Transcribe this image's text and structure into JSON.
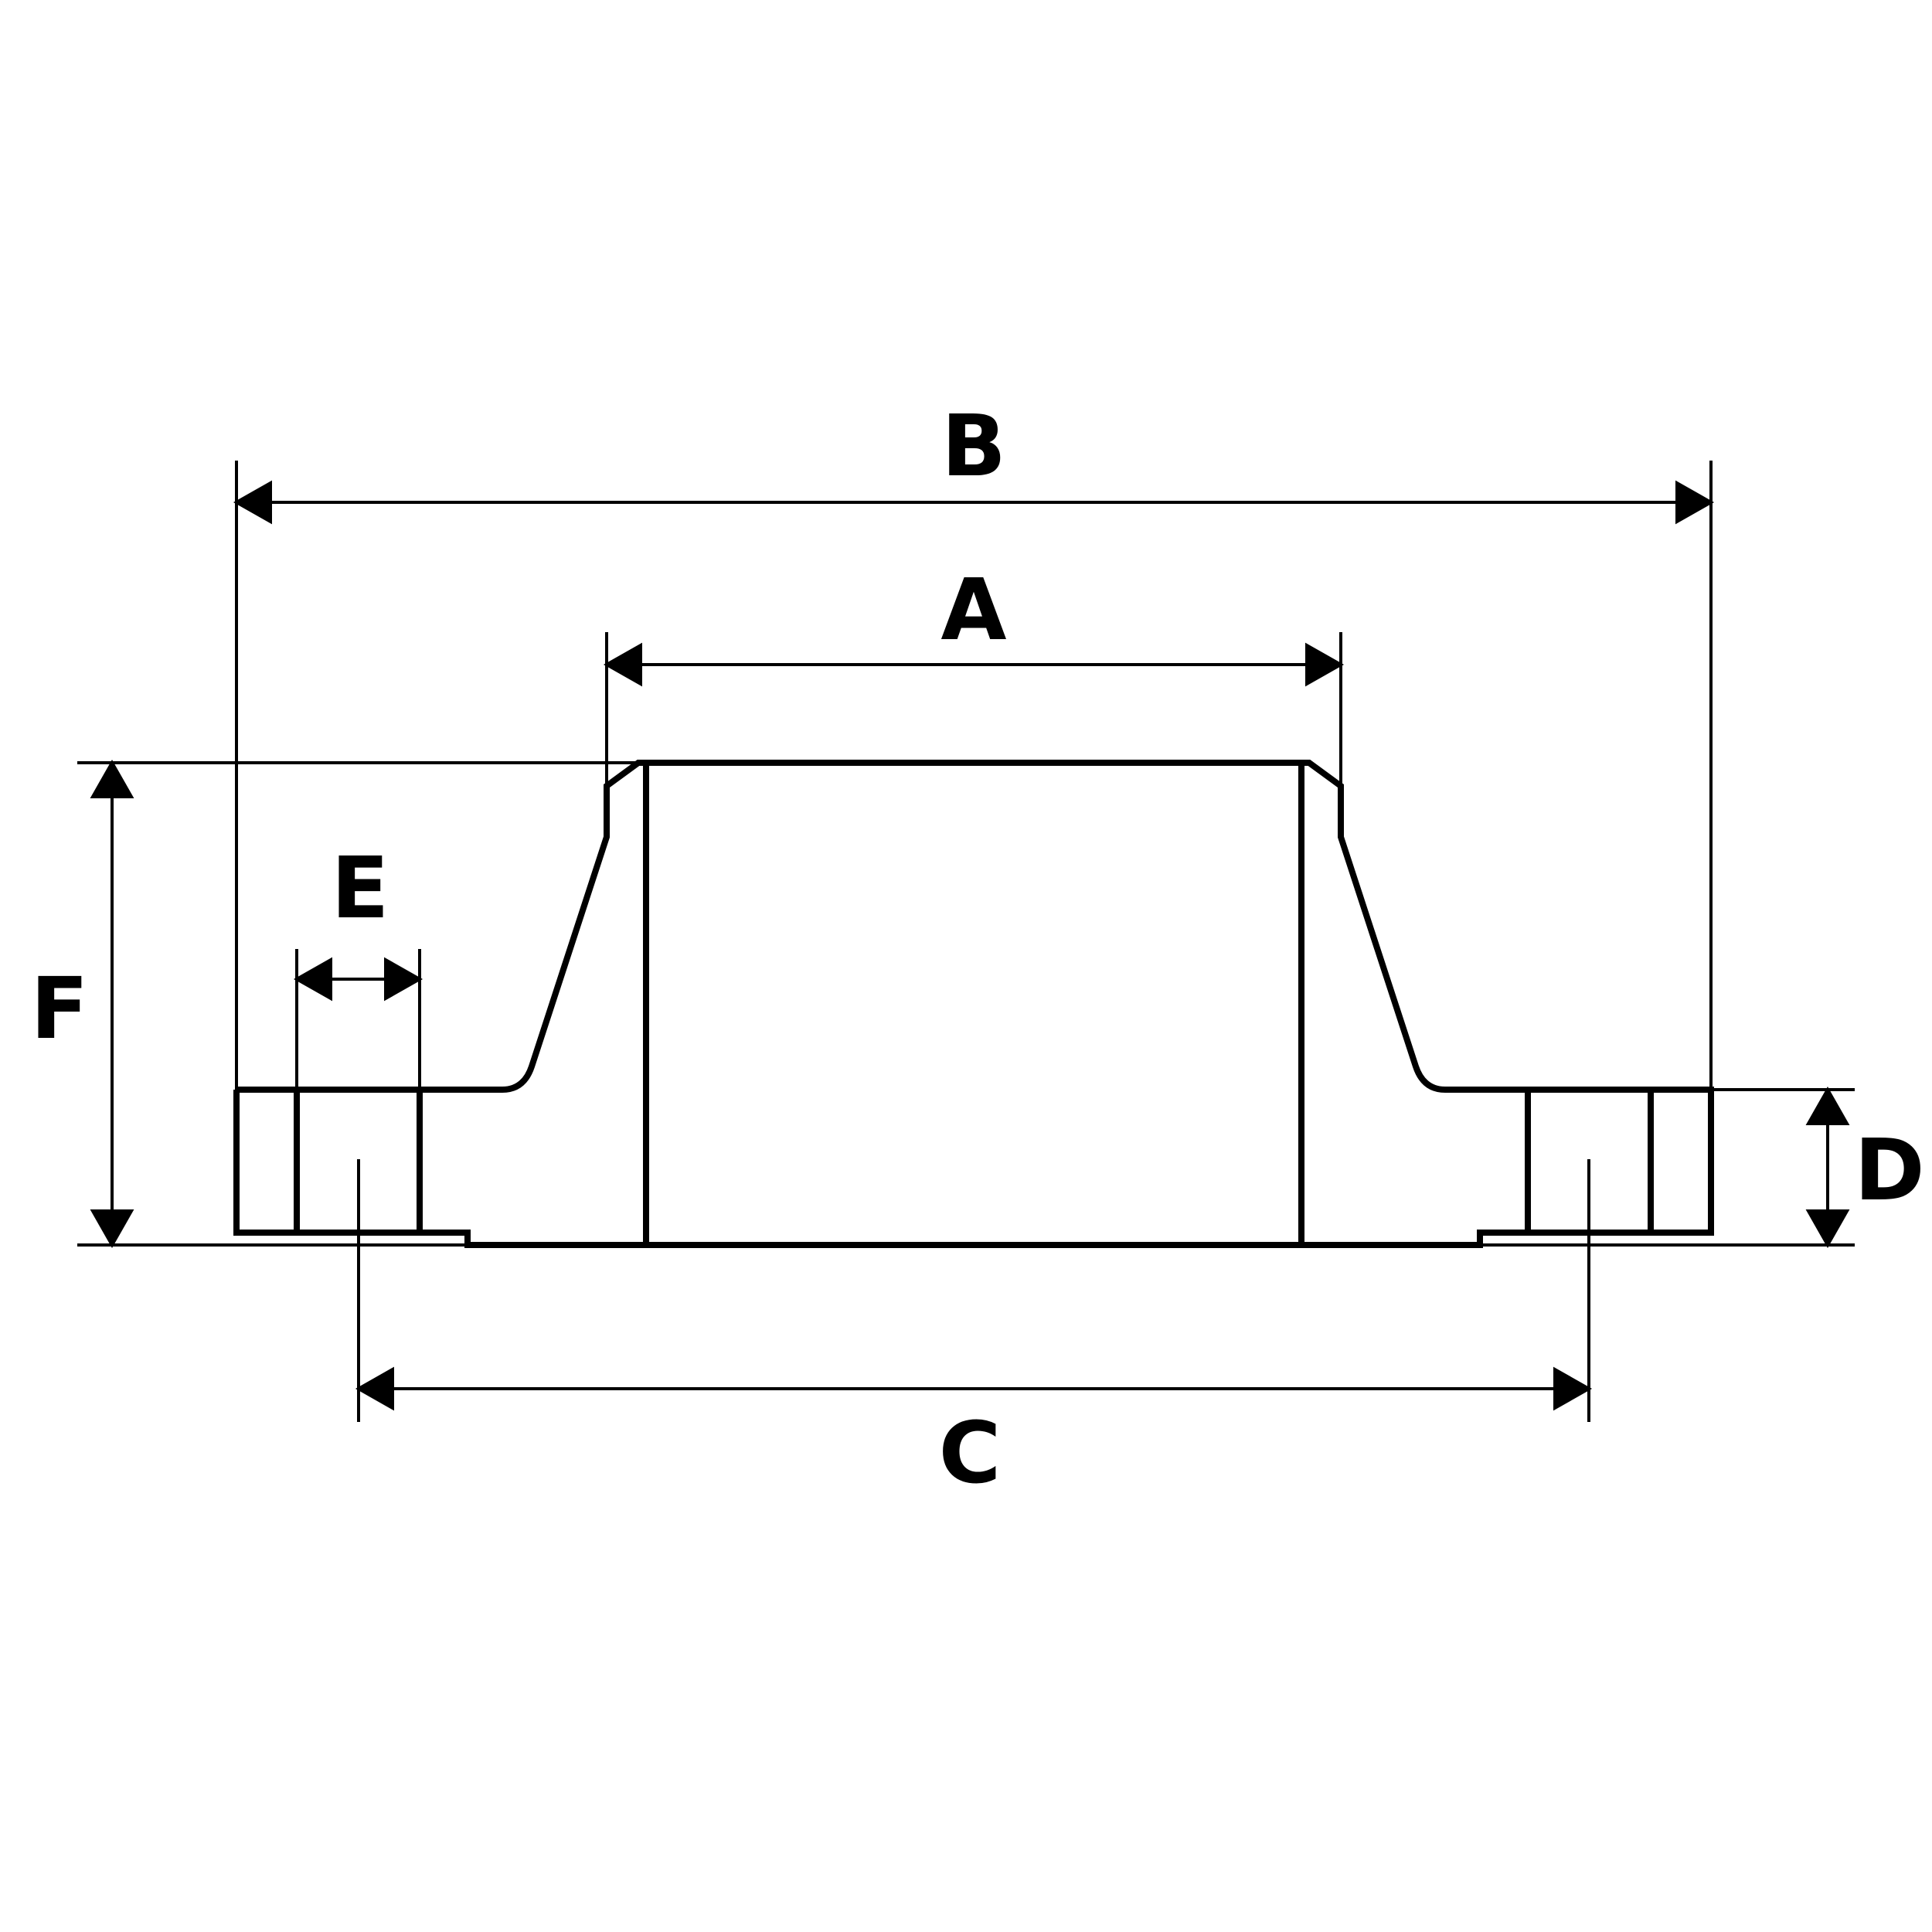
{
  "diagram": {
    "stroke_color": "#000000",
    "background_color": "#ffffff",
    "labels": {
      "A": "A",
      "B": "B",
      "C": "C",
      "D": "D",
      "E": "E",
      "F": "F"
    }
  }
}
